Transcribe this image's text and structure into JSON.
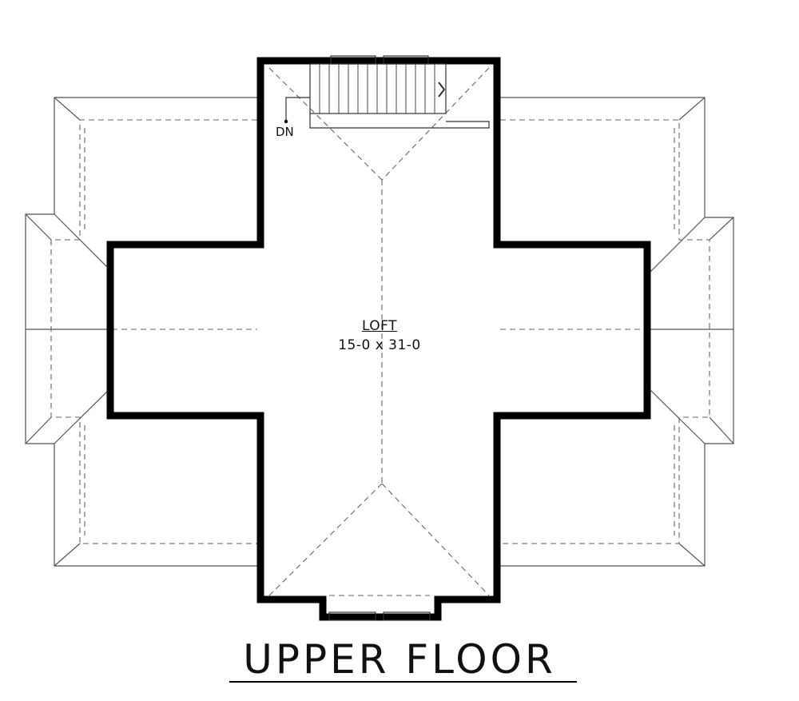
{
  "plan": {
    "title": "UPPER FLOOR",
    "room": {
      "name": "LOFT",
      "dimensions": "15-0 x 31-0"
    },
    "stair_label": "DN"
  }
}
